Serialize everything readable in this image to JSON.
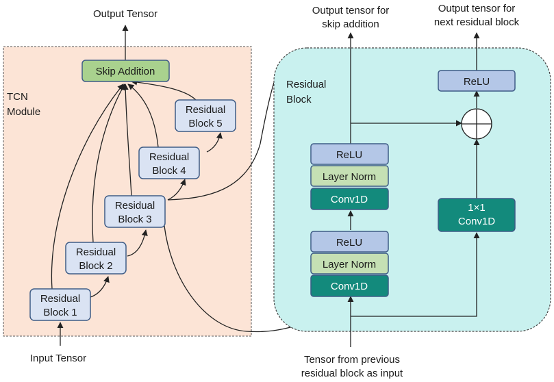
{
  "tcn": {
    "title": [
      "TCN",
      "Module"
    ],
    "output_label": "Output Tensor",
    "input_label": "Input Tensor",
    "skip_addition": "Skip Addition",
    "blocks": [
      [
        "Residual",
        "Block 1"
      ],
      [
        "Residual",
        "Block 2"
      ],
      [
        "Residual",
        "Block 3"
      ],
      [
        "Residual",
        "Block 4"
      ],
      [
        "Residual",
        "Block 5"
      ]
    ]
  },
  "residual_block": {
    "title": [
      "Residual",
      "Block"
    ],
    "output_skip_label": [
      "Output tensor for",
      "skip addition"
    ],
    "output_next_label": [
      "Output tensor for",
      "next residual block"
    ],
    "input_label": [
      "Tensor from previous",
      "residual block as input"
    ],
    "upper_stack": [
      "ReLU",
      "Layer Norm",
      "Conv1D"
    ],
    "lower_stack": [
      "ReLU",
      "Layer Norm",
      "Conv1D"
    ],
    "right_relu": "ReLU",
    "conv_1x1": [
      "1×1",
      "Conv1D"
    ]
  },
  "colors": {
    "tcn_panel": "#fce4d6",
    "residual_panel": "#c9f1ef",
    "block_fill": "#dae3f3",
    "skip_fill": "#a9d18e",
    "layer_norm_fill": "#c5e0b4",
    "conv_fill": "#138a7c",
    "relu_fill": "#b4c7e7",
    "stroke": "#3e5c86"
  }
}
